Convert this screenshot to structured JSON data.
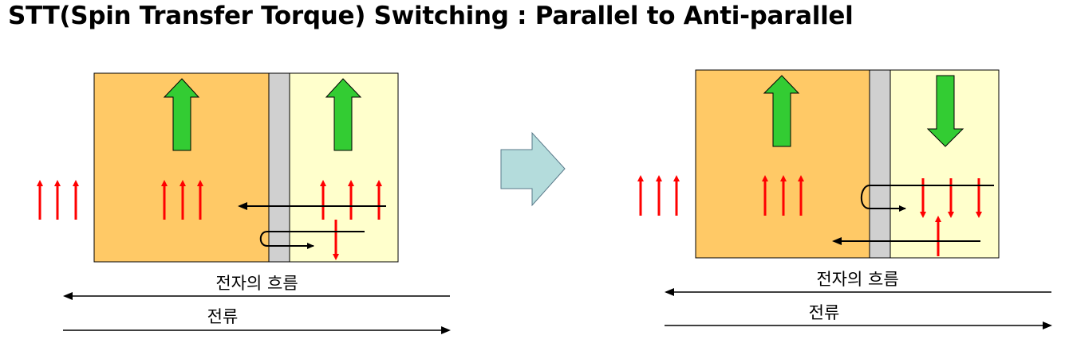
{
  "title": "STT(Spin Transfer Torque) Switching :  Parallel to Anti-parallel",
  "left_panel": {
    "electron_flow_label": "전자의 흐름",
    "current_label": "전류"
  },
  "right_panel": {
    "electron_flow_label": "전자의 흐름",
    "current_label": "전류"
  },
  "colors": {
    "fixed_layer": "#ffc966",
    "free_layer": "#ffffcc",
    "barrier": "#d0d0d0",
    "magnetization_arrow": "#33cc33",
    "spin_arrow": "#ff0000",
    "transition_arrow": "#b4dcdc"
  }
}
